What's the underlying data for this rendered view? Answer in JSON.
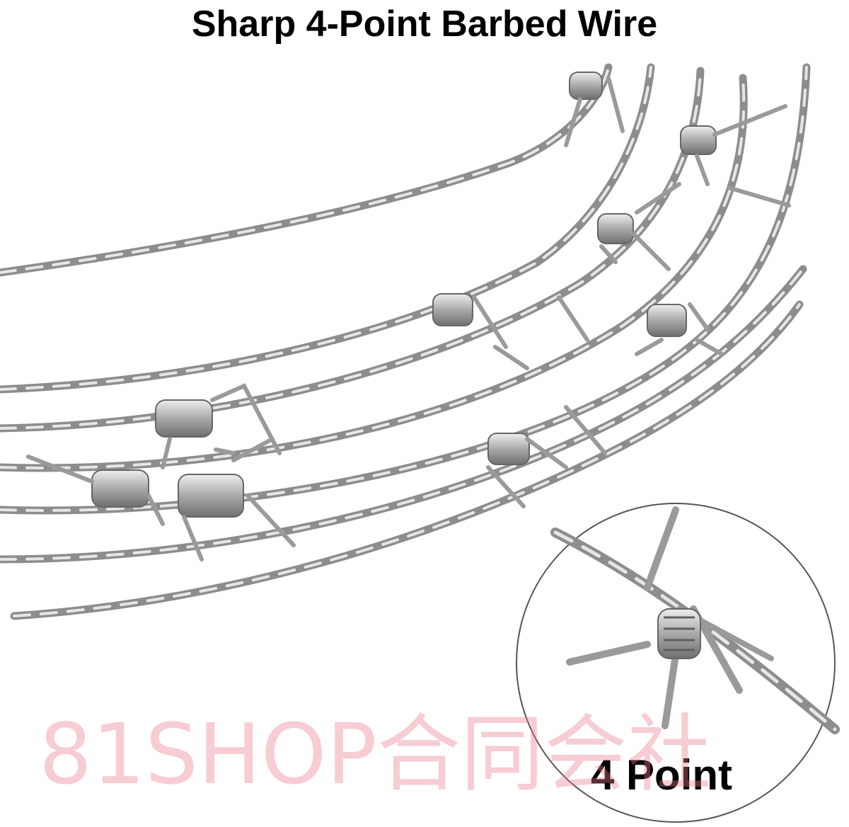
{
  "image": {
    "title": "Sharp 4-Point Barbed Wire",
    "inset_label": "4 Point",
    "watermark": "81SHOP合同会社"
  },
  "colors": {
    "wire_light": "#e4e4e4",
    "wire_mid": "#a9a9a9",
    "wire_dark": "#6f6f6f",
    "watermark": "#eb788c",
    "inset_border": "#555555"
  }
}
